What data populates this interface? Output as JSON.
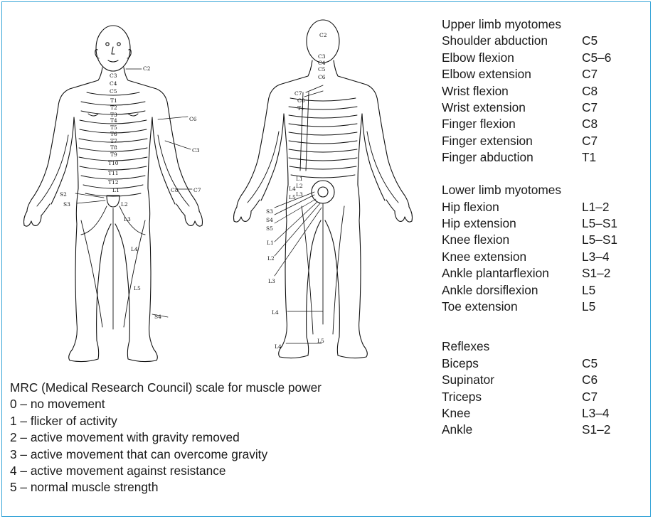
{
  "diagram_labels": {
    "front": [
      "C2",
      "C3",
      "C4",
      "C5",
      "T1",
      "T2",
      "T3",
      "T4",
      "T5",
      "T6",
      "T7",
      "T8",
      "T9",
      "T10",
      "T11",
      "T12",
      "L1",
      "L2",
      "L3",
      "L4",
      "L5",
      "S2",
      "S3",
      "S4",
      "C6",
      "C7",
      "C8"
    ],
    "back": [
      "C2",
      "C3",
      "C4",
      "C5",
      "C6",
      "C7",
      "C8",
      "T1",
      "L1",
      "L2",
      "L3",
      "L4",
      "L5",
      "S3",
      "S4",
      "S5",
      "L4"
    ]
  },
  "upper_limb": {
    "heading": "Upper limb myotomes",
    "items": [
      {
        "name": "Shoulder abduction",
        "value": "C5"
      },
      {
        "name": "Elbow flexion",
        "value": "C5–6"
      },
      {
        "name": "Elbow extension",
        "value": "C7"
      },
      {
        "name": "Wrist flexion",
        "value": "C8"
      },
      {
        "name": "Wrist extension",
        "value": "C7"
      },
      {
        "name": "Finger flexion",
        "value": "C8"
      },
      {
        "name": "Finger extension",
        "value": "C7"
      },
      {
        "name": "Finger abduction",
        "value": "T1"
      }
    ]
  },
  "lower_limb": {
    "heading": "Lower limb myotomes",
    "items": [
      {
        "name": "Hip flexion",
        "value": "L1–2"
      },
      {
        "name": "Hip extension",
        "value": "L5–S1"
      },
      {
        "name": "Knee flexion",
        "value": "L5–S1"
      },
      {
        "name": "Knee extension",
        "value": "L3–4"
      },
      {
        "name": "Ankle plantarflexion",
        "value": "S1–2"
      },
      {
        "name": "Ankle dorsiflexion",
        "value": "L5"
      },
      {
        "name": "Toe extension",
        "value": "L5"
      }
    ]
  },
  "reflexes": {
    "heading": "Reflexes",
    "items": [
      {
        "name": "Biceps",
        "value": "C5"
      },
      {
        "name": "Supinator",
        "value": "C6"
      },
      {
        "name": "Triceps",
        "value": "C7"
      },
      {
        "name": "Knee",
        "value": "L3–4"
      },
      {
        "name": "Ankle",
        "value": "S1–2"
      }
    ]
  },
  "mrc": {
    "heading": "MRC (Medical Research Council) scale for muscle power",
    "grades": [
      "0 – no movement",
      "1 – flicker of activity",
      "2 – active movement with gravity removed",
      "3 – active movement that can overcome gravity",
      "4 – active movement against resistance",
      "5 – normal muscle strength"
    ]
  },
  "colors": {
    "border": "#3aa6d8",
    "text": "#1a1a1a"
  }
}
